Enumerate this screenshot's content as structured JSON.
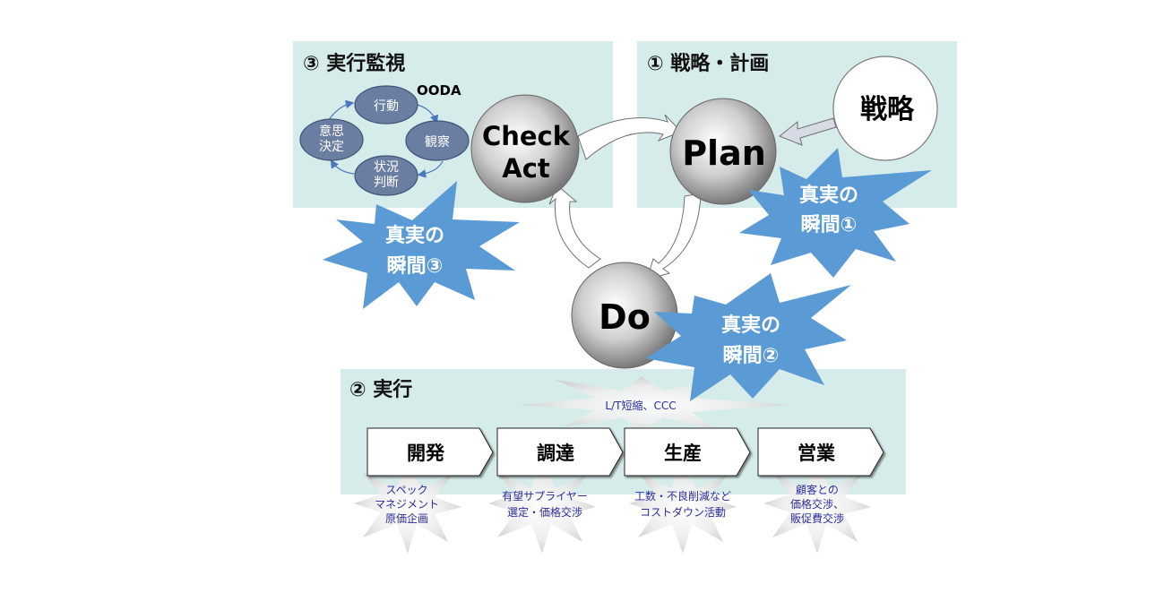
{
  "panels": {
    "monitor": {
      "title": "③ 実行監視"
    },
    "strategy": {
      "title": "① 戦略・計画"
    },
    "execution": {
      "title": "② 実行"
    }
  },
  "ooda": {
    "title": "OODA",
    "nodes": [
      {
        "lines": [
          "行動"
        ]
      },
      {
        "lines": [
          "観察"
        ]
      },
      {
        "lines": [
          "状況",
          "判断"
        ]
      },
      {
        "lines": [
          "意思",
          "決定"
        ]
      }
    ]
  },
  "cycle": {
    "check_act": {
      "lines": [
        "Check",
        "Act"
      ]
    },
    "plan": {
      "lines": [
        "Plan"
      ]
    },
    "do": {
      "lines": [
        "Do"
      ]
    }
  },
  "strategy_circle": {
    "label": "戦略"
  },
  "moments": [
    {
      "lines": [
        "真実の",
        "瞬間①"
      ]
    },
    {
      "lines": [
        "真実の",
        "瞬間②"
      ]
    },
    {
      "lines": [
        "真実の",
        "瞬間③"
      ]
    }
  ],
  "execution_note": "L/T短縮、CCC",
  "steps": [
    {
      "label": "開発",
      "note": [
        "スペック",
        "マネジメント",
        "原価企画"
      ]
    },
    {
      "label": "調達",
      "note": [
        "有望サプライヤー",
        "選定・価格交渉"
      ]
    },
    {
      "label": "生産",
      "note": [
        "工数・不良削減など",
        "コストダウン活動"
      ]
    },
    {
      "label": "営業",
      "note": [
        "顧客との",
        "価格交渉、",
        "販促費交渉"
      ]
    }
  ],
  "colors": {
    "panel_bg": "#d5ecea",
    "burst_blue": "#5b9bd5",
    "ooda_fill": "#6a7ea1",
    "note_text": "#2d2d9e",
    "arrow_gray": "#d6dbe6"
  }
}
